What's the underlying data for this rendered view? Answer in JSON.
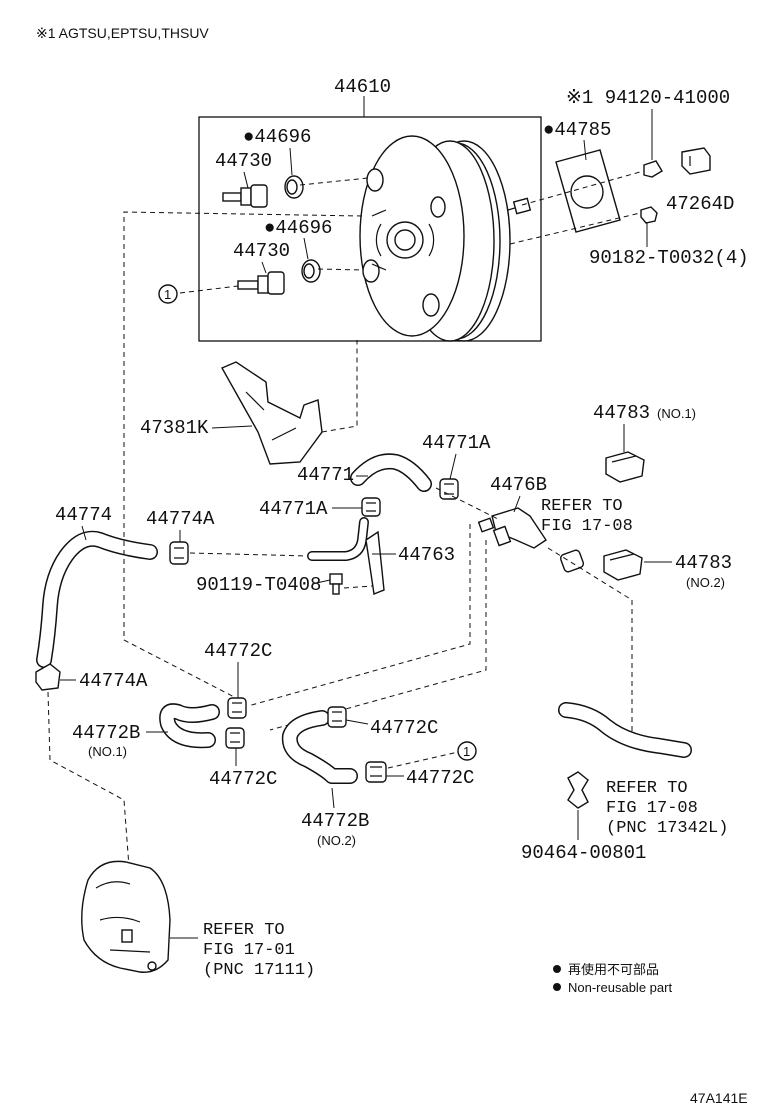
{
  "header_note": "※1 AGTSU,EPTSU,THSUV",
  "drawing_id": "47A141E",
  "legend": {
    "line_jp": "再使用不可部品",
    "line_en": "Non-reusable part"
  },
  "callout_marker": "1",
  "parts": {
    "p44610": "44610",
    "p44696_a": "●44696",
    "p44730_a": "44730",
    "p44696_b": "●44696",
    "p44730_b": "44730",
    "p44785": "●44785",
    "p94120": "※1 94120-41000",
    "p47264d": "47264D",
    "p90182": "90182-T0032(4)",
    "p47381k": "47381K",
    "p44783_1": "44783",
    "p44783_1_sub": "(NO.1)",
    "p44771a_top": "44771A",
    "p44771": "44771",
    "p4476b": "4476B",
    "p44771a": "44771A",
    "p44774": "44774",
    "p44774a_top": "44774A",
    "p44763": "44763",
    "p90119": "90119-T0408",
    "p44783_2": "44783",
    "p44783_2_sub": "(NO.2)",
    "p44772c_a": "44772C",
    "p44774a_bot": "44774A",
    "p44772b_1": "44772B",
    "p44772b_1_sub": "(NO.1)",
    "p44772c_b": "44772C",
    "p44772c_c": "44772C",
    "p44772c_d": "44772C",
    "p44772b_2": "44772B",
    "p44772b_2_sub": "(NO.2)",
    "p90464": "90464-00801"
  },
  "references": {
    "fig1708_a_l1": "REFER TO",
    "fig1708_a_l2": "FIG 17-08",
    "fig1708_b_l1": "REFER TO",
    "fig1708_b_l2": "FIG 17-08",
    "fig1708_b_l3": "(PNC 17342L)",
    "fig1701_l1": "REFER TO",
    "fig1701_l2": "FIG 17-01",
    "fig1701_l3": "(PNC 17111)"
  }
}
